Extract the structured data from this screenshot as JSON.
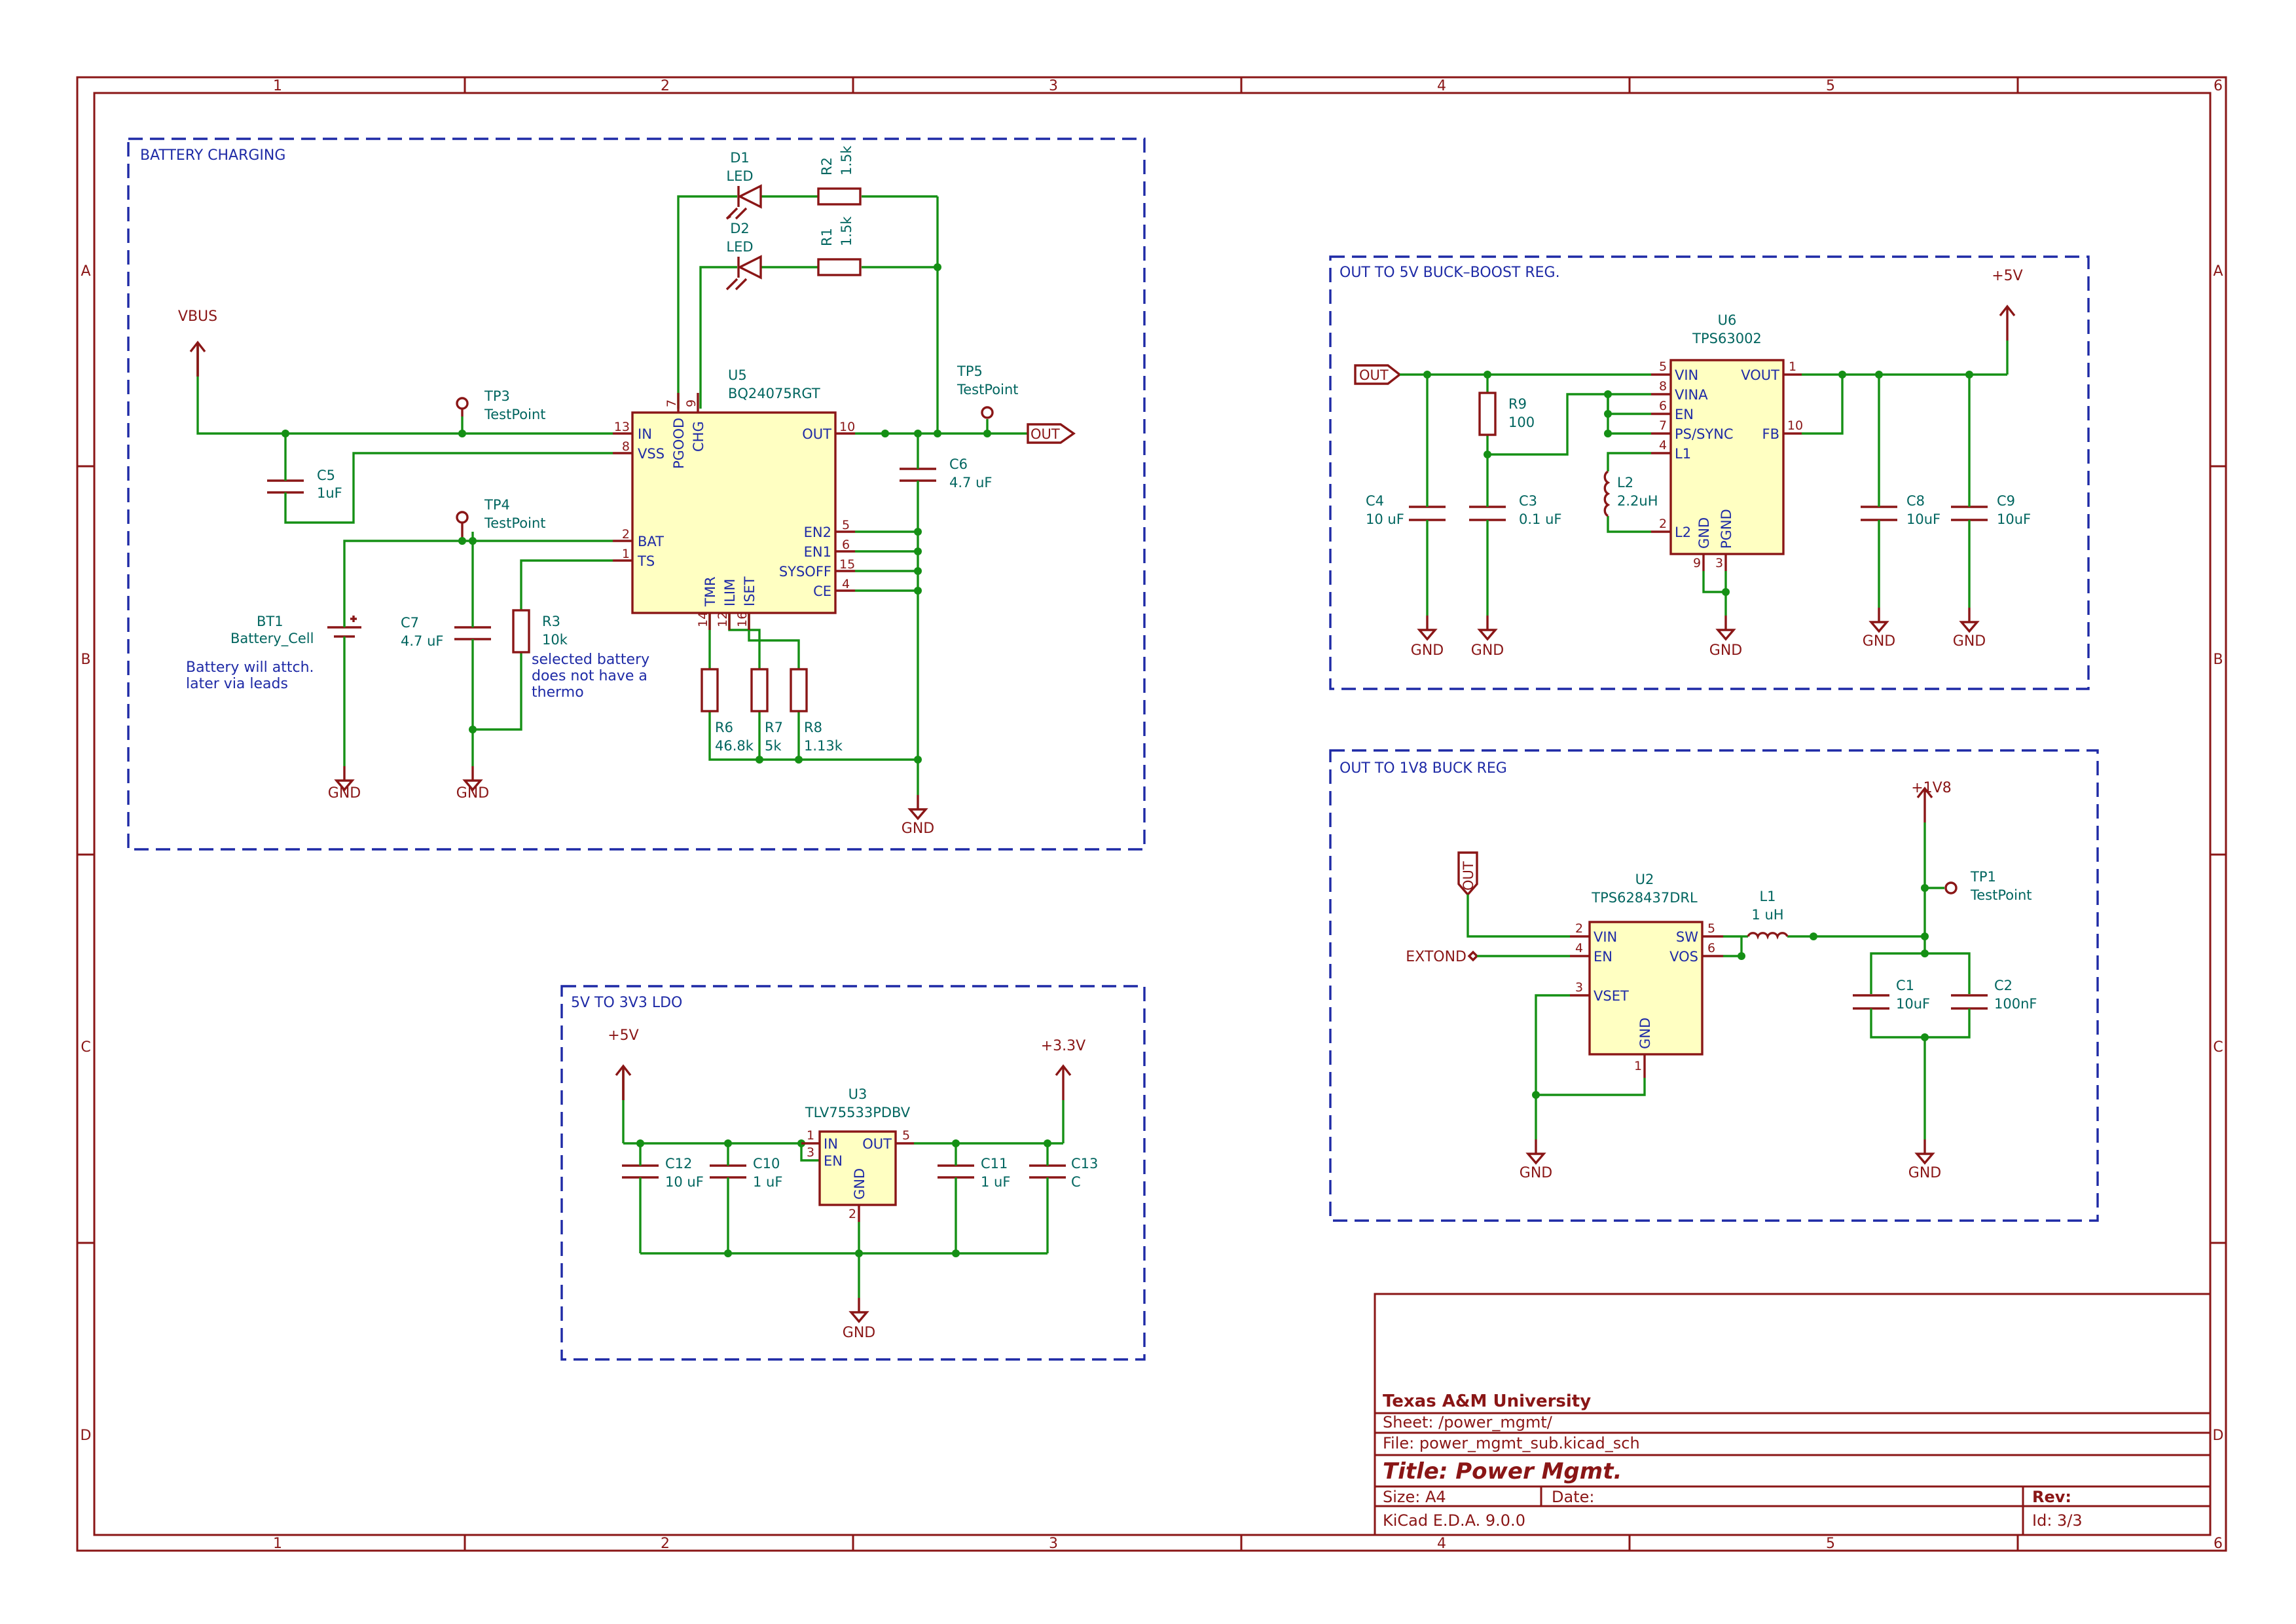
{
  "border": {
    "columns": [
      "1",
      "2",
      "3",
      "4",
      "5",
      "6"
    ],
    "rows": [
      "A",
      "B",
      "C",
      "D"
    ]
  },
  "sections": {
    "battery": "BATTERY CHARGING",
    "buckboost": "OUT TO 5V BUCK–BOOST REG.",
    "buck": "OUT TO 1V8 BUCK REG",
    "ldo": "5V TO 3V3 LDO"
  },
  "power": {
    "vbus": "VBUS",
    "p5v_a": "+5V",
    "p5v_b": "+5V",
    "p3v3": "+3.3V",
    "p1v8": "+1V8",
    "gnd": "GND"
  },
  "u5": {
    "ref": "U5",
    "value": "BQ24075RGT",
    "pins": {
      "in": "IN",
      "vss": "VSS",
      "bat": "BAT",
      "ts": "TS",
      "out": "OUT",
      "en2": "EN2",
      "en1": "EN1",
      "sysoff": "SYSOFF",
      "ce": "CE",
      "pgood": "PGOOD",
      "chg": "CHG",
      "tmr": "TMR",
      "ilim": "ILIM",
      "iset": "ISET"
    },
    "nums": {
      "in": "13",
      "vss": "8",
      "bat": "2",
      "ts": "1",
      "out": "10",
      "en2": "5",
      "en1": "6",
      "sysoff": "15",
      "ce": "4",
      "pgood": "7",
      "chg": "9",
      "tmr": "14",
      "ilim": "12",
      "iset": "16"
    }
  },
  "u6": {
    "ref": "U6",
    "value": "TPS63002",
    "pins": {
      "vin": "VIN",
      "vina": "VINA",
      "en": "EN",
      "ps": "PS/SYNC",
      "l1": "L1",
      "l2": "L2",
      "vout": "VOUT",
      "fb": "FB",
      "gnd": "GND",
      "pgnd": "PGND"
    },
    "nums": {
      "vin": "5",
      "vina": "8",
      "en": "6",
      "ps": "7",
      "l1": "4",
      "l2": "2",
      "vout": "1",
      "fb": "10",
      "gnd": "9",
      "pgnd": "3"
    }
  },
  "u2": {
    "ref": "U2",
    "value": "TPS628437DRL",
    "pins": {
      "vin": "VIN",
      "en": "EN",
      "vset": "VSET",
      "sw": "SW",
      "vos": "VOS",
      "gnd": "GND"
    },
    "nums": {
      "vin": "2",
      "en": "4",
      "vset": "3",
      "sw": "5",
      "vos": "6",
      "gnd": "1"
    }
  },
  "u3": {
    "ref": "U3",
    "value": "TLV75533PDBV",
    "pins": {
      "in": "IN",
      "en": "EN",
      "out": "OUT",
      "gnd": "GND"
    },
    "nums": {
      "in": "1",
      "en": "3",
      "out": "5",
      "gnd": "2"
    }
  },
  "parts": {
    "d1": {
      "ref": "D1",
      "value": "LED"
    },
    "d2": {
      "ref": "D2",
      "value": "LED"
    },
    "r1": {
      "ref": "R1",
      "value": "1.5k"
    },
    "r2": {
      "ref": "R2",
      "value": "1.5k"
    },
    "r3": {
      "ref": "R3",
      "value": "10k"
    },
    "r6": {
      "ref": "R6",
      "value": "46.8k"
    },
    "r7": {
      "ref": "R7",
      "value": "5k"
    },
    "r8": {
      "ref": "R8",
      "value": "1.13k"
    },
    "r9": {
      "ref": "R9",
      "value": "100"
    },
    "c1": {
      "ref": "C1",
      "value": "10uF"
    },
    "c2": {
      "ref": "C2",
      "value": "100nF"
    },
    "c3": {
      "ref": "C3",
      "value": "0.1 uF"
    },
    "c4": {
      "ref": "C4",
      "value": "10 uF"
    },
    "c5": {
      "ref": "C5",
      "value": "1uF"
    },
    "c6": {
      "ref": "C6",
      "value": "4.7 uF"
    },
    "c7": {
      "ref": "C7",
      "value": "4.7 uF"
    },
    "c8": {
      "ref": "C8",
      "value": "10uF"
    },
    "c9": {
      "ref": "C9",
      "value": "10uF"
    },
    "c10": {
      "ref": "C10",
      "value": "1 uF"
    },
    "c11": {
      "ref": "C11",
      "value": "1 uF"
    },
    "c12": {
      "ref": "C12",
      "value": "10 uF"
    },
    "c13": {
      "ref": "C13",
      "value": "C"
    },
    "l1": {
      "ref": "L1",
      "value": "1 uH"
    },
    "l2": {
      "ref": "L2",
      "value": "2.2uH"
    },
    "bt1": {
      "ref": "BT1",
      "value": "Battery_Cell"
    },
    "tp1": {
      "ref": "TP1",
      "value": "TestPoint"
    },
    "tp3": {
      "ref": "TP3",
      "value": "TestPoint"
    },
    "tp4": {
      "ref": "TP4",
      "value": "TestPoint"
    },
    "tp5": {
      "ref": "TP5",
      "value": "TestPoint"
    }
  },
  "notes": {
    "battery_line1": "Battery will attch.",
    "battery_line2": "later via leads",
    "thermo_line1": "selected battery",
    "thermo_line2": "does not have a",
    "thermo_line3": "thermo"
  },
  "labels": {
    "out_u5": "OUT",
    "out_u6": "OUT",
    "out_u2": "OUT",
    "extond": "EXTOND"
  },
  "title_block": {
    "company": "Texas A&M University",
    "sheet": "Sheet: /power_mgmt/",
    "file": "File: power_mgmt_sub.kicad_sch",
    "title": "Title: Power Mgmt.",
    "size": "Size: A4",
    "date": "Date:",
    "rev": "Rev:",
    "tool": "KiCad E.D.A. 9.0.0",
    "id": "Id: 3/3"
  }
}
